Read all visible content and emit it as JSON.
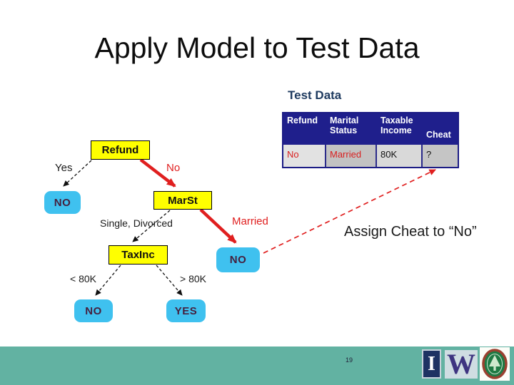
{
  "slide": {
    "title": "Apply Model to Test Data"
  },
  "test_data": {
    "label": "Test Data",
    "table": {
      "headers": [
        "Refund",
        "Marital Status",
        "Taxable Income",
        "Cheat"
      ],
      "row": [
        "No",
        "Married",
        "80K",
        "?"
      ]
    }
  },
  "tree": {
    "nodes": {
      "refund": "Refund",
      "marst": "MarSt",
      "taxinc": "TaxInc"
    },
    "leaves": {
      "refund_no": "NO",
      "married_no": "NO",
      "low_income_no": "NO",
      "high_income_yes": "YES"
    },
    "edges": {
      "yes": "Yes",
      "no": "No",
      "single_divorced": "Single, Divorced",
      "married": "Married",
      "lt80k": "< 80K",
      "gt80k": "> 80K"
    }
  },
  "annotation": "Assign Cheat to “No”",
  "footer": {
    "page_number": "19",
    "logos": {
      "illinois_letter": "I",
      "washington_letter": "W",
      "seal": "green-tree-university-seal"
    }
  },
  "colors": {
    "decision_node": "#ffff00",
    "leaf_node": "#3fc1ef",
    "traversal_red": "#e01f1f",
    "table_header_navy": "#1f1f8c",
    "footer_teal": "#62b2a2",
    "testdata_title_navy": "#1e3a5f"
  }
}
